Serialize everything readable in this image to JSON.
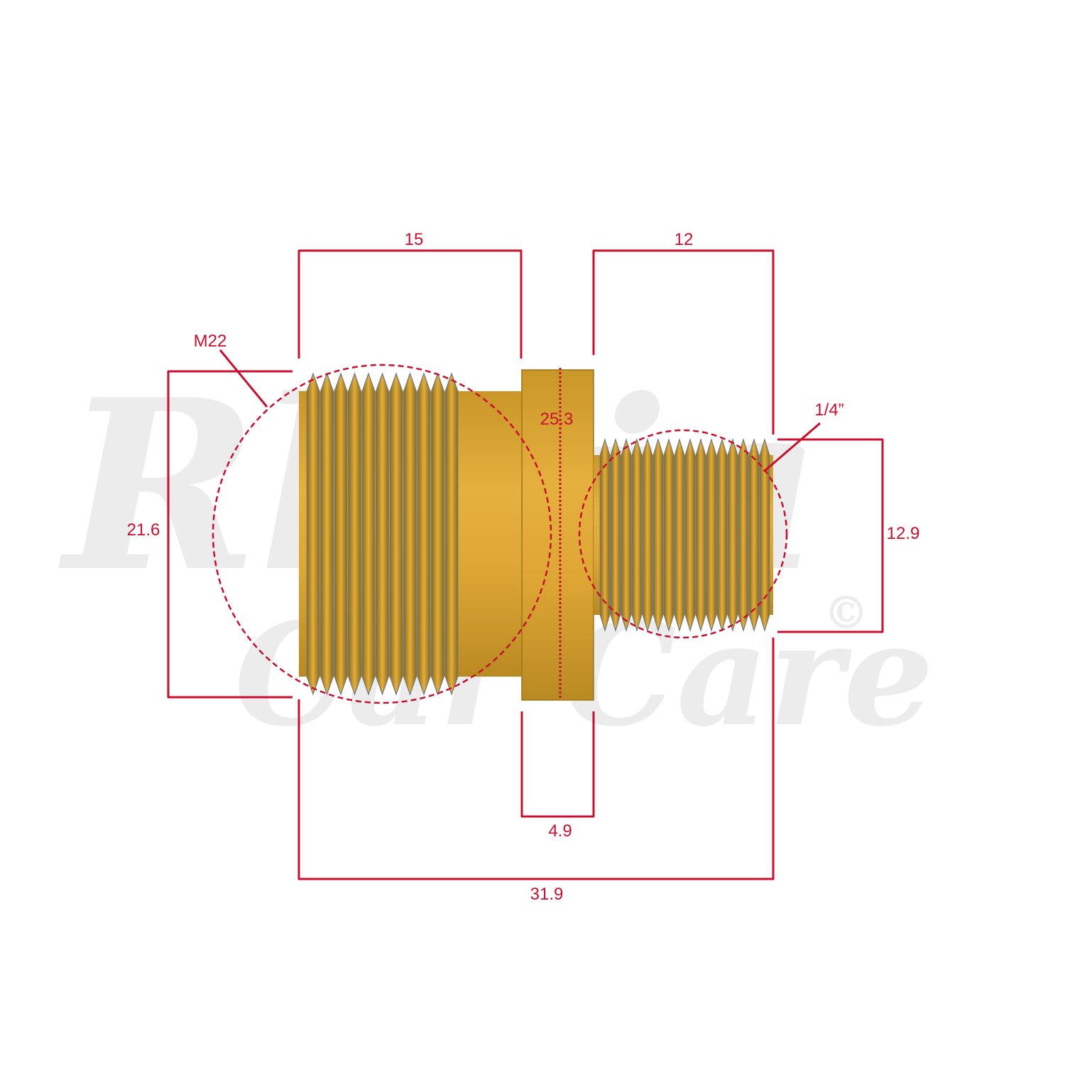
{
  "watermark": {
    "line1": "Rhaia",
    "line2": "Car Care",
    "copyright_symbol": "©"
  },
  "colors": {
    "dimension_line": "#c8102e",
    "brass_light": "#e0ac3a",
    "brass_mid": "#c99628",
    "brass_dark": "#9c7418",
    "thread_line": "#6e7780",
    "watermark": "#ececec"
  },
  "dimensions": {
    "large_thread_length": "15",
    "small_thread_length": "12",
    "large_thread_diameter": "21.6",
    "hex_flange_across": "25.3",
    "small_thread_diameter": "12.9",
    "hex_flange_width": "4.9",
    "overall_length": "31.9"
  },
  "callouts": {
    "large_thread": "M22",
    "small_thread": "1/4”"
  }
}
